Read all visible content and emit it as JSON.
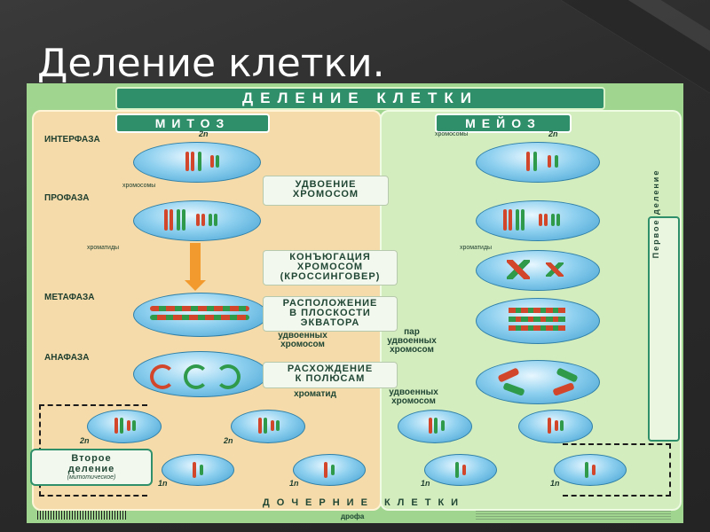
{
  "slide": {
    "title": "Деление клетки."
  },
  "poster": {
    "banner": "ДЕЛЕНИЕ КЛЕТКИ",
    "mitosis_header": "МИТОЗ",
    "meiosis_header": "МЕЙОЗ",
    "phases": {
      "interphase": "ИНТЕРФАЗА",
      "prophase": "ПРОФАЗА",
      "metaphase": "МЕТАФАЗА",
      "anaphase": "АНАФАЗА"
    },
    "labels": {
      "chromosomes_left": "хромосомы",
      "chromosomes_right": "хромосомы",
      "chromatids_left": "хроматиды",
      "chromatids_right": "хроматиды",
      "ploidy_2n": "2n",
      "ploidy_1n": "1n"
    },
    "center_steps": {
      "doubling": "УДВОЕНИЕ\nХРОМОСОМ",
      "conjugation": "КОНЪЮГАЦИЯ\nХРОМОСОМ\n(КРОССИНГОВЕР)",
      "equator": "РАСПОЛОЖЕНИЕ\nВ ПЛОСКОСТИ\nЭКВАТОРА",
      "metaphase_left_note": "удвоенных\nхромосом",
      "metaphase_right_note": "пар\nудвоенных\nхромосом",
      "separation": "РАСХОЖДЕНИЕ\nК ПОЛЮСАМ",
      "anaphase_left_note": "хроматид",
      "anaphase_right_note": "удвоенных\nхромосом"
    },
    "side_label": "Первое деление",
    "second_division": {
      "title": "Второе\nделение",
      "subtitle": "(митотическое)"
    },
    "footer": "ДОЧЕРНИЕ КЛЕТКИ",
    "publisher": "дрофа"
  }
}
